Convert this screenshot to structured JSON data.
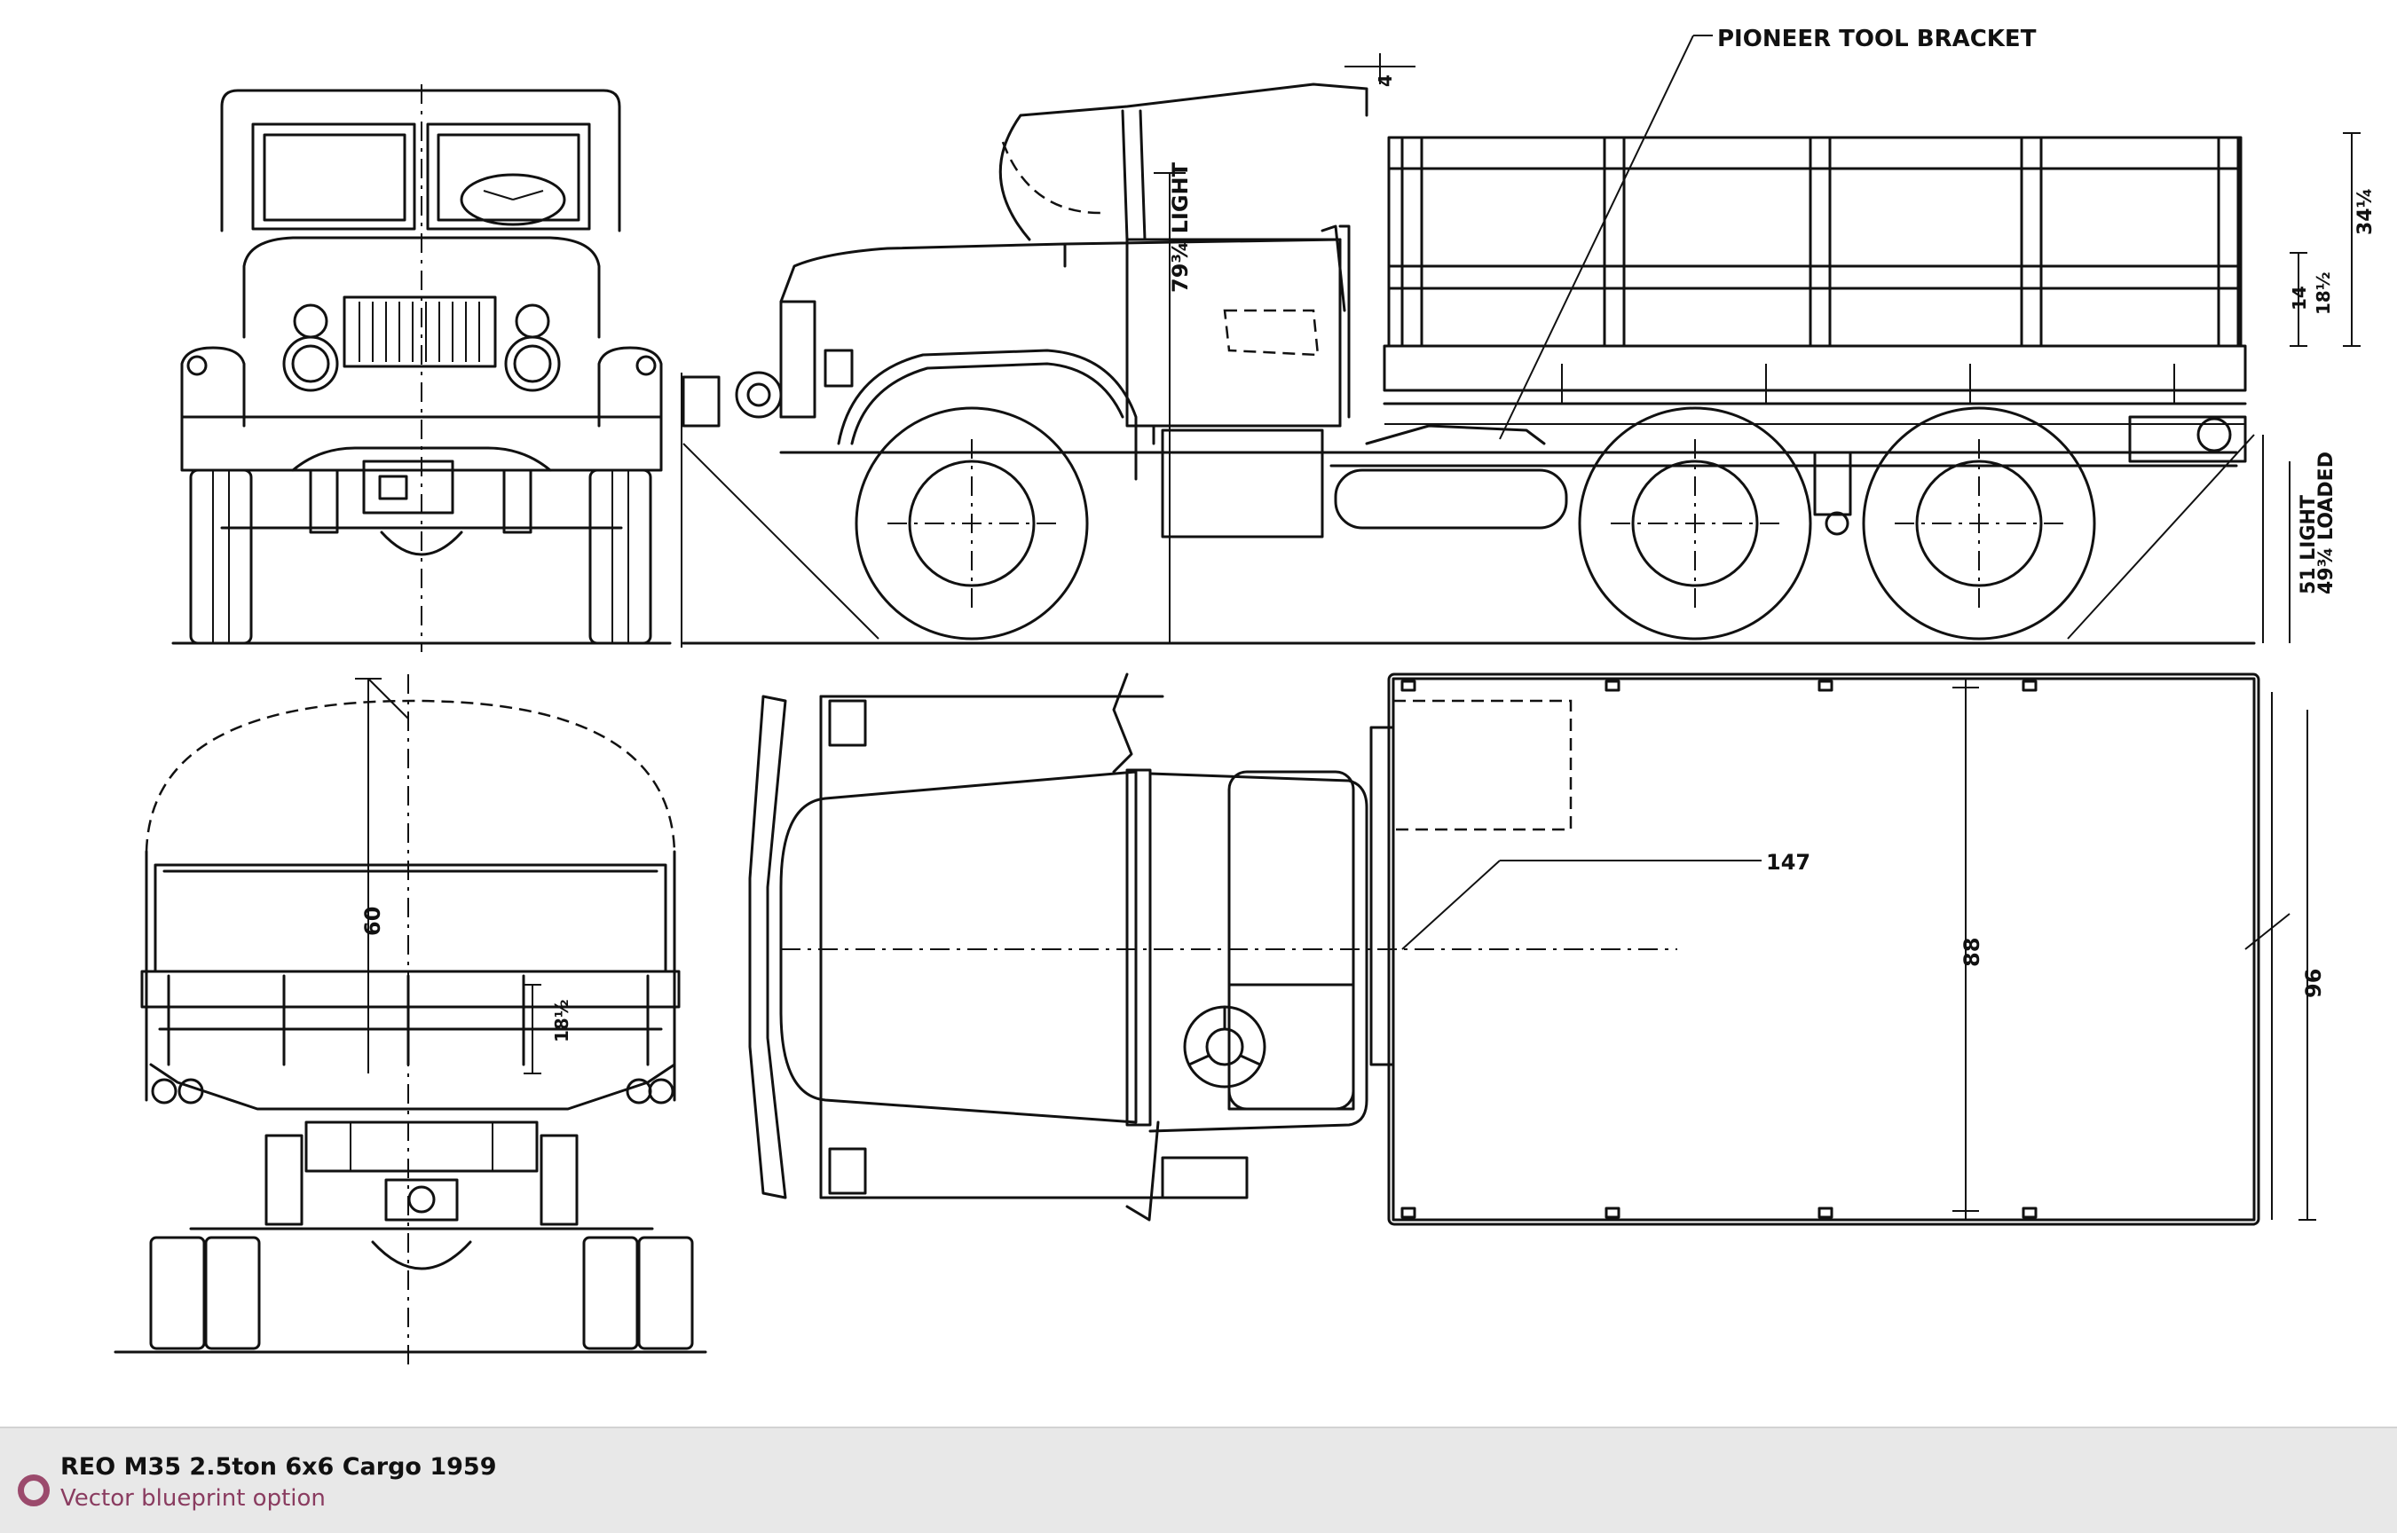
{
  "drawing": {
    "callouts": {
      "pioneer_tool_bracket": "PIONEER TOOL BRACKET",
      "height_light": "79¾ LIGHT",
      "height_loaded": "49¾ LOADED",
      "height_light_rear": "51 LIGHT",
      "bed_height": "34¼",
      "rail_14": "14",
      "rail_18": "18½",
      "bed_width_inside": "88",
      "bed_length": "147",
      "overall_width": "96",
      "rear_height": "60",
      "rear_rail": "18½",
      "top_offset": "4"
    }
  },
  "caption": {
    "title": "REO M35 2.5ton 6x6 Cargo 1959",
    "subtitle": "Vector blueprint option"
  },
  "colors": {
    "caption_background": "#e8e8e8",
    "icon_ring": "#9b4a6c",
    "subtitle_text": "#8a3c60"
  }
}
